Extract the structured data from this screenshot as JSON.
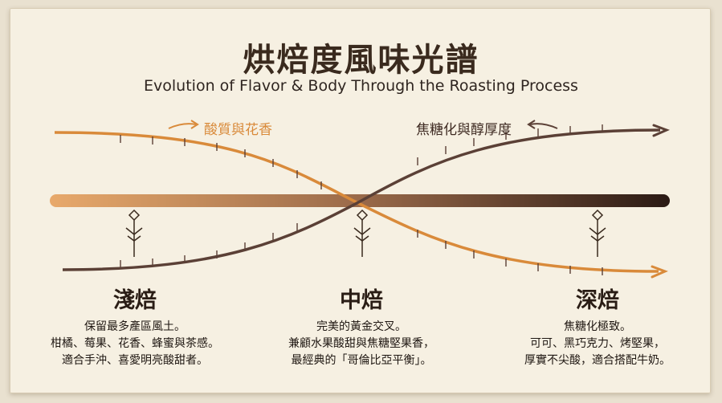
{
  "title": "烘焙度風味光譜",
  "subtitle": "Evolution of Flavor & Body Through the Roasting Process",
  "labels": {
    "acidity": "酸質與花香",
    "body": "焦糖化與醇厚度"
  },
  "colors": {
    "acidity_curve": "#d98a3a",
    "body_curve": "#5b4036",
    "bar_light": "#e8a96b",
    "bar_dark": "#2b1a14",
    "text_dark": "#2a1d15"
  },
  "roasts": [
    {
      "name": "淺焙",
      "lines": [
        "保留最多產區風土。",
        "柑橘、莓果、花香、蜂蜜與茶感。",
        "適合手沖、喜愛明亮酸甜者。"
      ]
    },
    {
      "name": "中焙",
      "lines": [
        "完美的黃金交叉。",
        "兼顧水果酸甜與焦糖堅果香，",
        "最經典的「哥倫比亞平衡」。"
      ]
    },
    {
      "name": "深焙",
      "lines": [
        "焦糖化極致。",
        "可可、黑巧克力、烤堅果，",
        "厚實不尖酸，適合搭配牛奶。"
      ]
    }
  ]
}
